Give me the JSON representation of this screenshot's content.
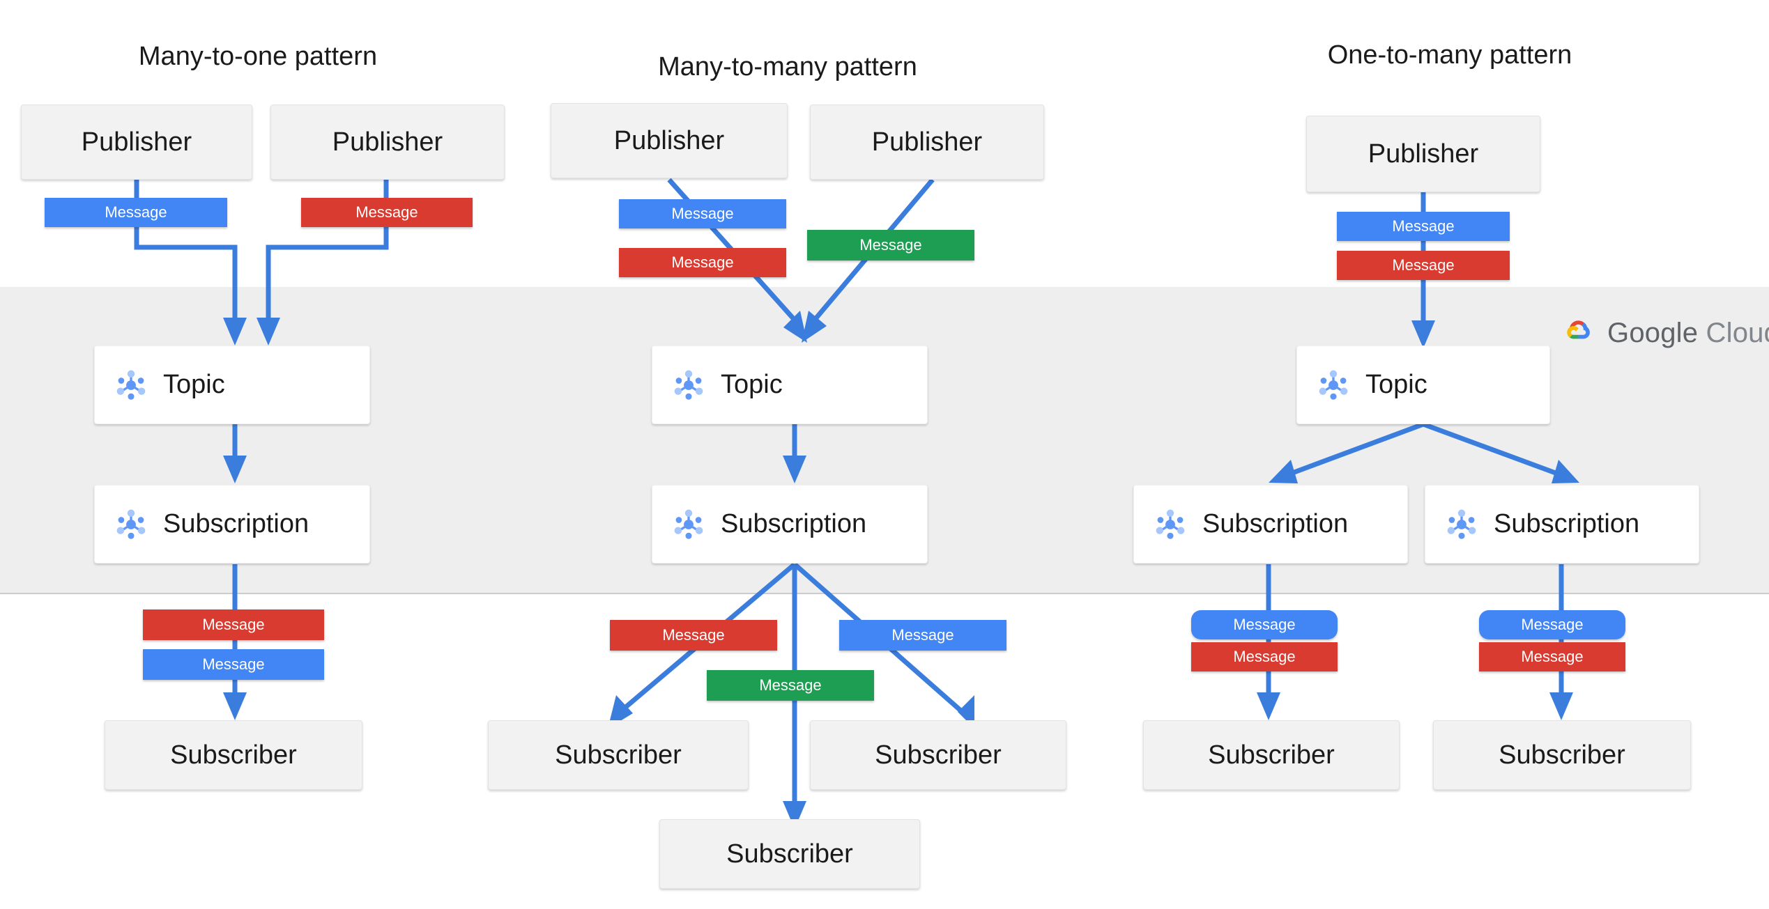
{
  "diagram": {
    "brand": {
      "name_bold": "Google",
      "name_light": "Cloud",
      "logo_icon": "google-cloud-logo-icon"
    },
    "colors": {
      "message_blue": "#4285F4",
      "message_red": "#D93B30",
      "message_green": "#1E9E52",
      "connector_blue": "#3B7DDD",
      "cloud_band": "#EEEEEE",
      "node_grey": "#F2F2F2",
      "node_white": "#FFFFFF"
    },
    "labels": {
      "publisher": "Publisher",
      "subscriber": "Subscriber",
      "topic": "Topic",
      "subscription": "Subscription",
      "message": "Message"
    },
    "patterns": [
      {
        "id": "many-to-one",
        "title": "Many-to-one pattern",
        "publishers": [
          "Publisher",
          "Publisher"
        ],
        "publish_messages": [
          "blue",
          "red"
        ],
        "topics": [
          "Topic"
        ],
        "subscriptions": [
          "Subscription"
        ],
        "deliver_messages": [
          "red",
          "blue"
        ],
        "subscribers": [
          "Subscriber"
        ]
      },
      {
        "id": "many-to-many",
        "title": "Many-to-many  pattern",
        "publishers": [
          "Publisher",
          "Publisher"
        ],
        "publish_messages": [
          "blue",
          "red",
          "green"
        ],
        "topics": [
          "Topic"
        ],
        "subscriptions": [
          "Subscription"
        ],
        "deliver_messages": [
          "red",
          "blue",
          "green"
        ],
        "subscribers": [
          "Subscriber",
          "Subscriber",
          "Subscriber"
        ]
      },
      {
        "id": "one-to-many",
        "title": "One-to-many pattern",
        "publishers": [
          "Publisher"
        ],
        "publish_messages": [
          "blue",
          "red"
        ],
        "topics": [
          "Topic"
        ],
        "subscriptions": [
          "Subscription",
          "Subscription"
        ],
        "deliver_messages": [
          "blue",
          "red",
          "blue",
          "red"
        ],
        "subscribers": [
          "Subscriber",
          "Subscriber"
        ]
      }
    ],
    "icons": {
      "pubsub_node": "pubsub-node-icon"
    }
  }
}
